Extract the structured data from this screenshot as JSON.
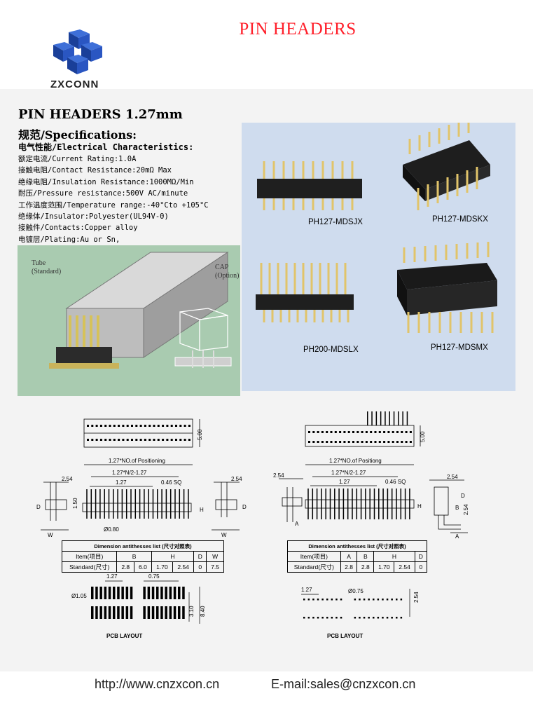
{
  "header": {
    "title": "PIN HEADERS",
    "brand": "ZXCONN"
  },
  "specs": {
    "title": "PIN HEADERS 1.27mm",
    "heading": "规范/Specifications:",
    "electrical_heading": "电气性能/Electrical Characteristics:",
    "items": [
      "额定电流/Current Rating:1.0A",
      "接触电阻/Contact Resistance:20mΩ Max",
      "绝缘电阻/Insulation Resistance:1000MΩ/Min",
      "耐压/Pressure resistance:500V AC/minute",
      "工作温度范围/Temperature range:-40°Cto +105°C",
      "绝缘体/Insulator:Polyester(UL94V-0)",
      "接触件/Contacts:Copper alloy",
      "电镀层/Plating:Au or Sn,"
    ]
  },
  "tube_photo": {
    "tube_label_1": "Tube",
    "tube_label_2": "(Standard)",
    "cap_label_1": "CAP",
    "cap_label_2": "(Option)"
  },
  "products": [
    {
      "name": "PH127-MDSJX"
    },
    {
      "name": "PH127-MDSKX"
    },
    {
      "name": "PH200-MDSLX"
    },
    {
      "name": "PH127-MDSMX"
    }
  ],
  "drawing_left": {
    "dims": {
      "height_500": "5.00",
      "positions": "1.27*NO.of Positioning",
      "half": "1.27*N/2-1.27",
      "pitch": "1.27",
      "sq": "0.46 SQ",
      "w254_left": "2.54",
      "w254_right": "2.54",
      "h150": "1.50",
      "d080": "Ø0.80",
      "label_d": "D",
      "label_h": "H",
      "label_w": "W"
    },
    "table": {
      "title": "Dimension antithesses list (尺寸对照表)",
      "headers": [
        "Item(项目)",
        "B",
        "H",
        "D",
        "W"
      ],
      "rows": [
        [
          "Standard(尺寸)",
          "2.8",
          "6.0",
          "1.70",
          "2.54",
          "0",
          "7.5"
        ]
      ]
    },
    "pcb": {
      "pitch": "1.27",
      "pad": "0.75",
      "hole": "Ø1.05",
      "h310": "3.10",
      "h840": "8.40",
      "label": "PCB LAYOUT"
    }
  },
  "drawing_right": {
    "dims": {
      "height_500": "5.00",
      "positions": "1.27*NO.of Positiong",
      "half": "1.27*N/2-1.27",
      "pitch": "1.27",
      "sq": "0.46 SQ",
      "w254_left": "2.54",
      "w254_right": "2.54",
      "v254": "2.54",
      "label_a": "A",
      "label_b": "B",
      "label_d": "D",
      "label_h": "H"
    },
    "table": {
      "title": "Dimension antithesses list (尺寸对照表)",
      "headers": [
        "Item(项目)",
        "A",
        "B",
        "H",
        "D"
      ],
      "rows": [
        [
          "Standard(尺寸)",
          "2.8",
          "2.8",
          "1.70",
          "2.54",
          "0"
        ]
      ]
    },
    "pcb": {
      "pitch": "1.27",
      "hole": "Ø0.75",
      "v254": "2.54",
      "label": "PCB LAYOUT"
    }
  },
  "footer": {
    "website": "http://www.cnzxcon.cn",
    "email": "E-mail:sales@cnzxcon.cn"
  },
  "colors": {
    "title_red": "#ff1f2a",
    "logo_blue": "#1e4fb0",
    "product_panel": "#cfdcee",
    "tube_bg": "#a9cbb0"
  }
}
